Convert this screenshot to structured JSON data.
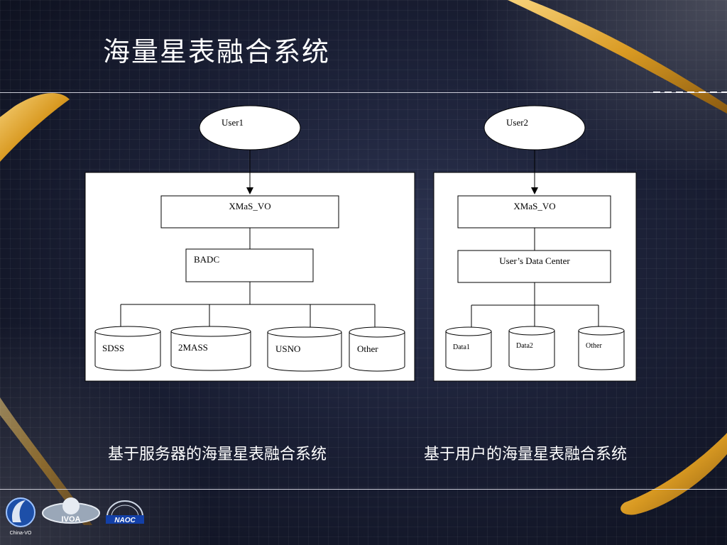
{
  "slide": {
    "title": "海量星表融合系统",
    "caption_left": "基于服务器的海量星表融合系统",
    "caption_right": "基于用户的海量星表融合系统"
  },
  "left_diagram": {
    "user": "User1",
    "vo": "XMaS_VO",
    "center": "BADC",
    "databases": [
      "SDSS",
      "2MASS",
      "USNO",
      "Other"
    ]
  },
  "right_diagram": {
    "user": "User2",
    "vo": "XMaS_VO",
    "center": "User’s Data Center",
    "databases": [
      "Data1",
      "Data2",
      "Other"
    ]
  },
  "logos": {
    "china_vo": "China-VO",
    "ivoa": "IVOA",
    "naoc": "NAOC"
  },
  "colors": {
    "accent_gold": "#e0a22a",
    "background": "#1b2036"
  }
}
